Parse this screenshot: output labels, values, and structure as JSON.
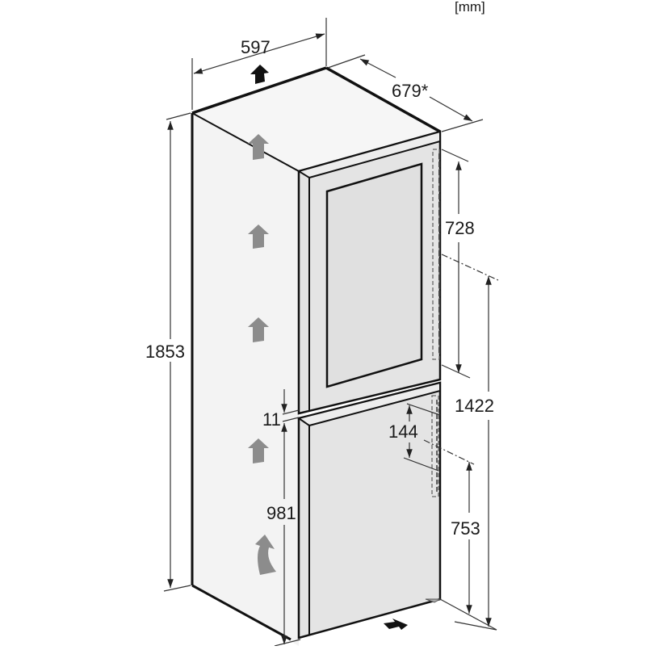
{
  "diagram": {
    "type": "technical-dimension-drawing",
    "subject": "fridge-freezer",
    "unit_label": "[mm]",
    "colors": {
      "background": "#ffffff",
      "outline": "#111111",
      "side_panel": "#f2f2f2",
      "door": "#e3e3e3",
      "airflow_arrow": "#8c8c8c",
      "dimension_line": "#333333"
    },
    "dimensions": {
      "width": "597",
      "depth": "679*",
      "height": "1853",
      "upper_door_height": "728",
      "hinge_height": "1422",
      "gap": "11",
      "lower_door_height": "981",
      "handle_height": "144",
      "lower_handle_height": "753"
    },
    "annotations": {
      "airflow": "ventilation-airflow-arrows",
      "top_arrow": "vent-outlet-arrow",
      "bottom_arrow": "vent-inlet-arrow"
    }
  }
}
